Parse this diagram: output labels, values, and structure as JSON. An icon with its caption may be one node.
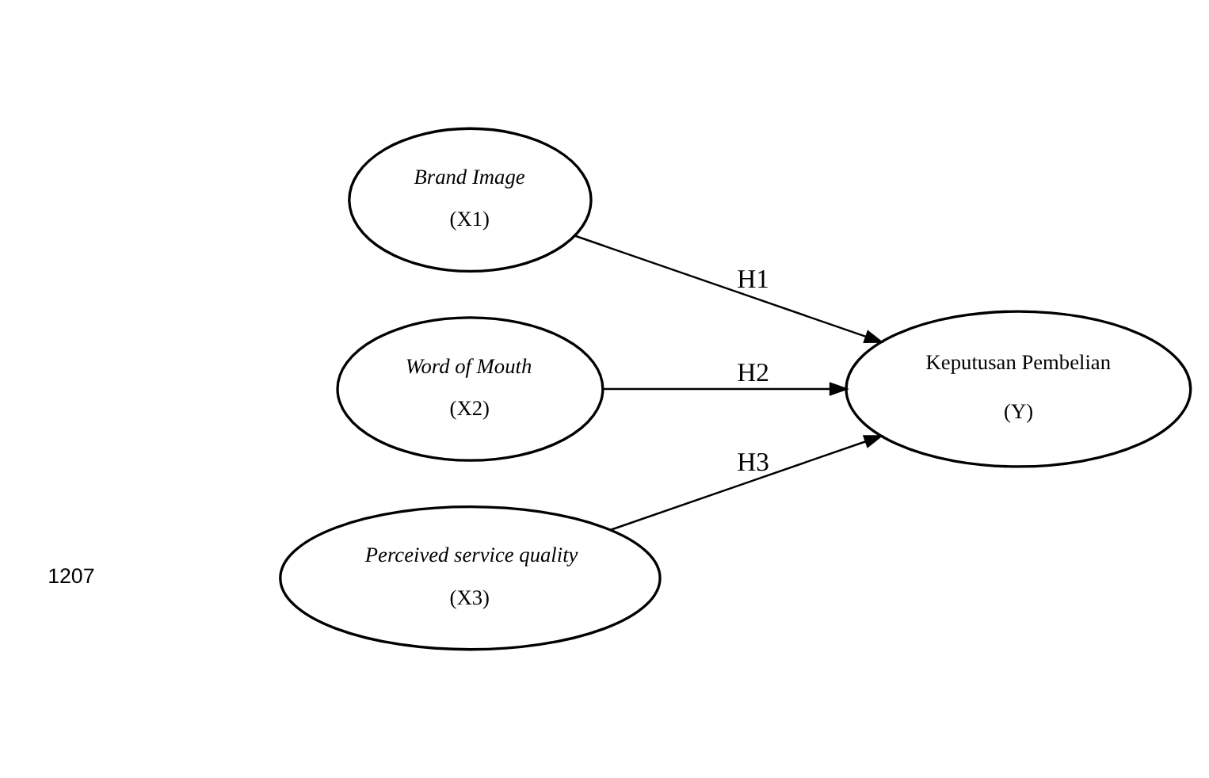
{
  "diagram": {
    "nodes": [
      {
        "text": [
          "Brand Image",
          "(X1)"
        ]
      },
      {
        "text": [
          "Word of Mouth",
          "(X2)"
        ]
      },
      {
        "text": [
          "*Perceived service quality* (X3)"
        ]
      },
      {
        "text": [
          "Keputusan Pembelian",
          "(Y)"
        ]
      }
    ],
    "edges": [
      {
        "from": 0,
        "to": 3,
        "arrow": "to",
        "label": "H1"
      },
      {
        "from": 1,
        "to": 3,
        "arrow": "to",
        "label": "H2"
      },
      {
        "from": 2,
        "to": 3,
        "arrow": "to",
        "label": "H3"
      }
    ],
    "labels": [
      "1207"
    ]
  }
}
